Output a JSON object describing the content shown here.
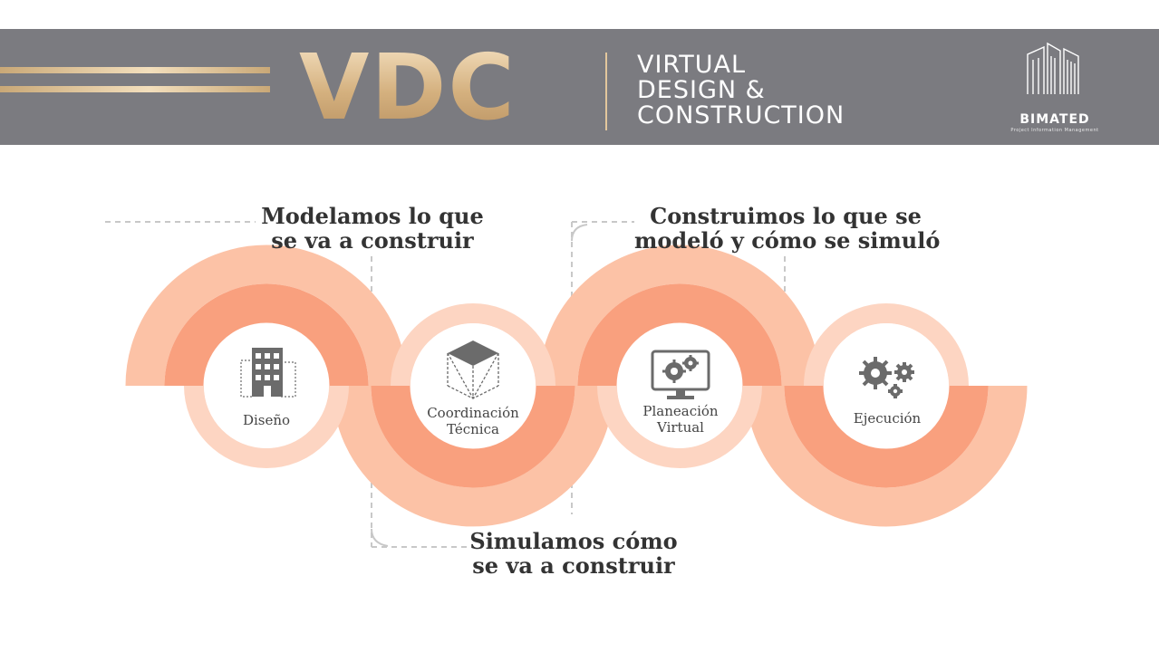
{
  "header": {
    "vdc": "VDC",
    "subtitle_lines": [
      "VIRTUAL",
      "DESIGN &",
      "CONSTRUCTION"
    ],
    "logo_text": "BIMATED",
    "logo_tagline": "Project Information Management",
    "colors": {
      "banner": "#7b7b80",
      "gold": "#d4b07e"
    }
  },
  "headings": {
    "h1": [
      "Modelamos lo que",
      "se va a construir"
    ],
    "h2": [
      "Simulamos cómo",
      "se va a construir"
    ],
    "h3": [
      "Construimos lo que se",
      "modeló y cómo se simuló"
    ]
  },
  "steps": [
    {
      "label_lines": [
        "Diseño"
      ],
      "icon": "building-icon"
    },
    {
      "label_lines": [
        "Coordinación",
        "Técnica"
      ],
      "icon": "cube-icon"
    },
    {
      "label_lines": [
        "Planeación",
        "Virtual"
      ],
      "icon": "monitor-gears-icon"
    },
    {
      "label_lines": [
        "Ejecución"
      ],
      "icon": "gears-icon"
    }
  ],
  "colors": {
    "outer": "#fcc2a6",
    "inner": "#f9a07e",
    "connector": "#c8c8c8"
  }
}
